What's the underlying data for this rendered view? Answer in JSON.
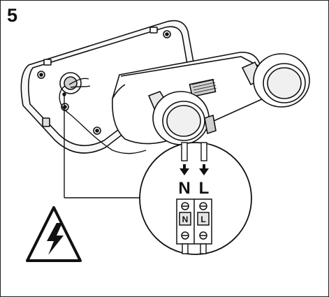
{
  "figure": {
    "step_number": "5",
    "wiring": {
      "neutral_label": "N",
      "live_label": "L",
      "terminal_neutral_label": "N",
      "terminal_live_label": "L"
    },
    "warning_icon": "high-voltage-warning-icon",
    "colors": {
      "line": "#111111",
      "background": "#ffffff",
      "shade": "#cfcfcf"
    }
  }
}
